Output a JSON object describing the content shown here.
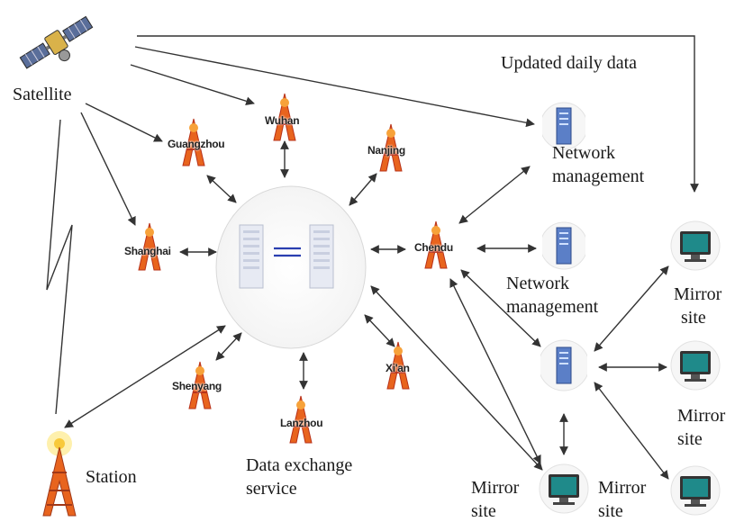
{
  "satellite": {
    "label": "Satellite",
    "icon": "satellite-icon"
  },
  "station": {
    "label": "Station",
    "icon": "radio-tower-icon"
  },
  "update_note": "Updated daily data",
  "hub": {
    "label_line1": "Data exchange",
    "label_line2": "service",
    "icon": "server-pair-icon"
  },
  "cities": [
    "Guangzhou",
    "Wuhan",
    "Nanjing",
    "Shanghai",
    "Chendu",
    "Shenyang",
    "Lanzhou",
    "Xi'an"
  ],
  "network_management": [
    {
      "line1": "Network",
      "line2": "management"
    },
    {
      "line1": "Network",
      "line2": "management"
    }
  ],
  "mirror_sites": [
    {
      "line1": "Mirror",
      "line2": "site"
    },
    {
      "line1": "Mirror",
      "line2": "site"
    },
    {
      "line1": "Mirror",
      "line2": "site"
    },
    {
      "line1": "Mirror",
      "line2": "site"
    }
  ],
  "colors": {
    "line": "#333333",
    "tower_orange": "#e8641e",
    "tower_red": "#b8321a",
    "server_blue": "#5b7fc7",
    "monitor_teal": "#1f8a8a"
  }
}
